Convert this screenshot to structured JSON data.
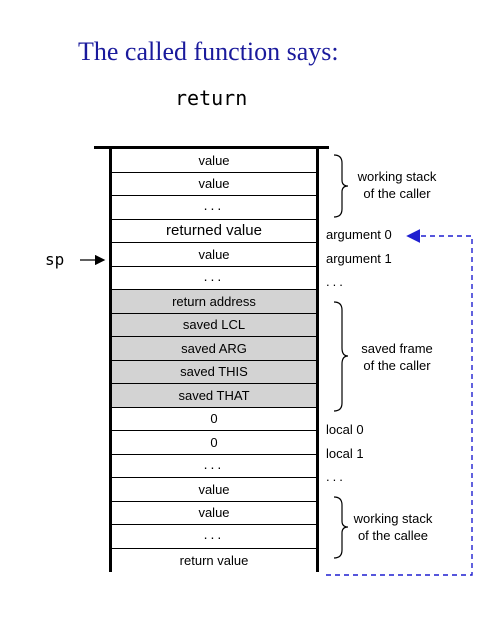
{
  "title": "The called function says:",
  "command": "return",
  "pointer_label": "sp",
  "cells": [
    {
      "label": "value",
      "shade": false
    },
    {
      "label": "value",
      "shade": false
    },
    {
      "label": "...",
      "shade": false
    },
    {
      "label": "returned value",
      "shade": false
    },
    {
      "label": "value",
      "shade": false
    },
    {
      "label": "...",
      "shade": false
    },
    {
      "label": "return address",
      "shade": true
    },
    {
      "label": "saved LCL",
      "shade": true
    },
    {
      "label": "saved ARG",
      "shade": true
    },
    {
      "label": "saved THIS",
      "shade": true
    },
    {
      "label": "saved THAT",
      "shade": true
    },
    {
      "label": "0",
      "shade": false
    },
    {
      "label": "0",
      "shade": false
    },
    {
      "label": "...",
      "shade": false
    },
    {
      "label": "value",
      "shade": false
    },
    {
      "label": "value",
      "shade": false
    },
    {
      "label": "...",
      "shade": false
    },
    {
      "label": "return value",
      "shade": false
    }
  ],
  "side_labels": {
    "argument_0": "argument 0",
    "argument_1": "argument 1",
    "arg_dots": "...",
    "local_0": "local 0",
    "local_1": "local 1",
    "local_dots": "..."
  },
  "brace_labels": {
    "caller_stack": [
      "working stack",
      "of the caller"
    ],
    "saved_frame": [
      "saved frame",
      "of the caller"
    ],
    "callee_stack": [
      "working stack",
      "of the callee"
    ]
  },
  "colors": {
    "title": "#1a1a9c",
    "arrow": "#1f1fd0",
    "shade": "#d3d3d3"
  }
}
